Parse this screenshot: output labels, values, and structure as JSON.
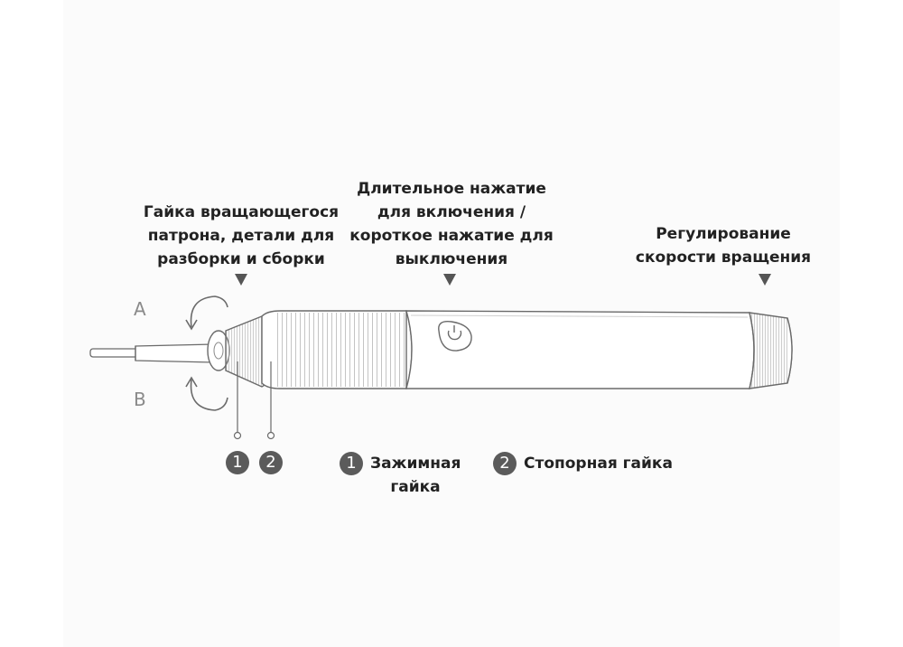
{
  "callouts": {
    "collet_nut": "Гайка вращающегося патрона, детали для разборки и сборки",
    "power_button": "Длительное нажатие для включения / короткое нажатие для выключения",
    "speed_control": "Регулирование скорости вращения"
  },
  "directions": {
    "a": "A",
    "b": "B"
  },
  "markers": {
    "one": "1",
    "two": "2"
  },
  "legend": {
    "item1": {
      "number": "1",
      "label": "Зажимная гайка"
    },
    "item2": {
      "number": "2",
      "label": "Стопорная гайка"
    }
  },
  "colors": {
    "line": "#6a6a6a",
    "badge": "#5b5b5b",
    "text": "#222222"
  },
  "icons": {
    "power_button": "power-icon",
    "rotation": "rotation-arrow-icon",
    "pointer": "triangle-down-icon"
  }
}
